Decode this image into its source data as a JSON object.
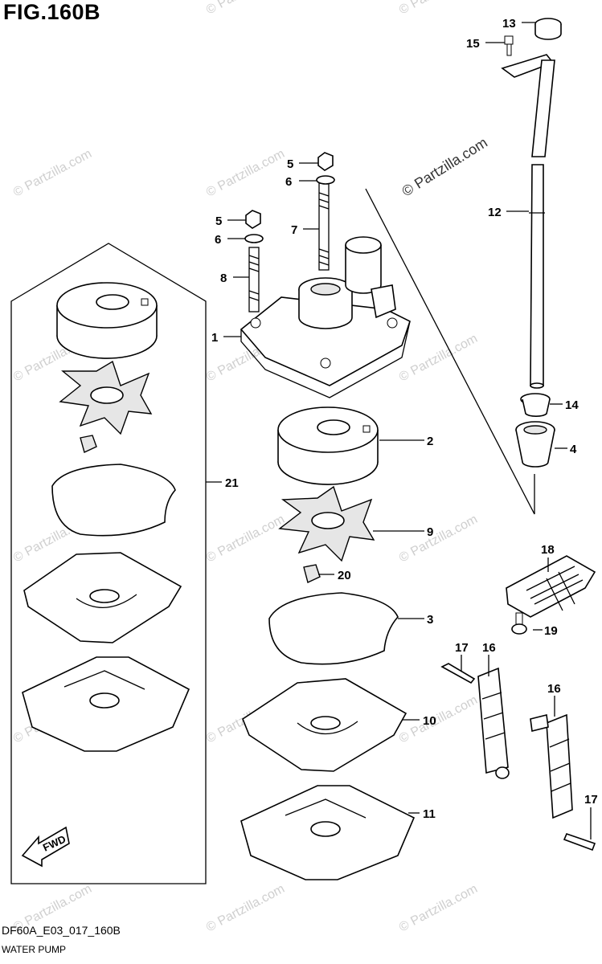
{
  "figure": {
    "title": "FIG.160B",
    "code": "DF60A_E03_017_160B",
    "caption": "WATER PUMP"
  },
  "watermark": {
    "text": "© Partzilla.com"
  },
  "direction_arrow": {
    "label": "FWD"
  },
  "callouts": [
    {
      "id": "c1",
      "label": "1"
    },
    {
      "id": "c2",
      "label": "2"
    },
    {
      "id": "c3",
      "label": "3"
    },
    {
      "id": "c4",
      "label": "4"
    },
    {
      "id": "c5a",
      "label": "5"
    },
    {
      "id": "c5b",
      "label": "5"
    },
    {
      "id": "c6a",
      "label": "6"
    },
    {
      "id": "c6b",
      "label": "6"
    },
    {
      "id": "c7",
      "label": "7"
    },
    {
      "id": "c8",
      "label": "8"
    },
    {
      "id": "c9",
      "label": "9"
    },
    {
      "id": "c10",
      "label": "10"
    },
    {
      "id": "c11",
      "label": "11"
    },
    {
      "id": "c12",
      "label": "12"
    },
    {
      "id": "c13",
      "label": "13"
    },
    {
      "id": "c14",
      "label": "14"
    },
    {
      "id": "c15",
      "label": "15"
    },
    {
      "id": "c16a",
      "label": "16"
    },
    {
      "id": "c16b",
      "label": "16"
    },
    {
      "id": "c17a",
      "label": "17"
    },
    {
      "id": "c17b",
      "label": "17"
    },
    {
      "id": "c18",
      "label": "18"
    },
    {
      "id": "c19",
      "label": "19"
    },
    {
      "id": "c20",
      "label": "20"
    },
    {
      "id": "c21",
      "label": "21"
    }
  ]
}
